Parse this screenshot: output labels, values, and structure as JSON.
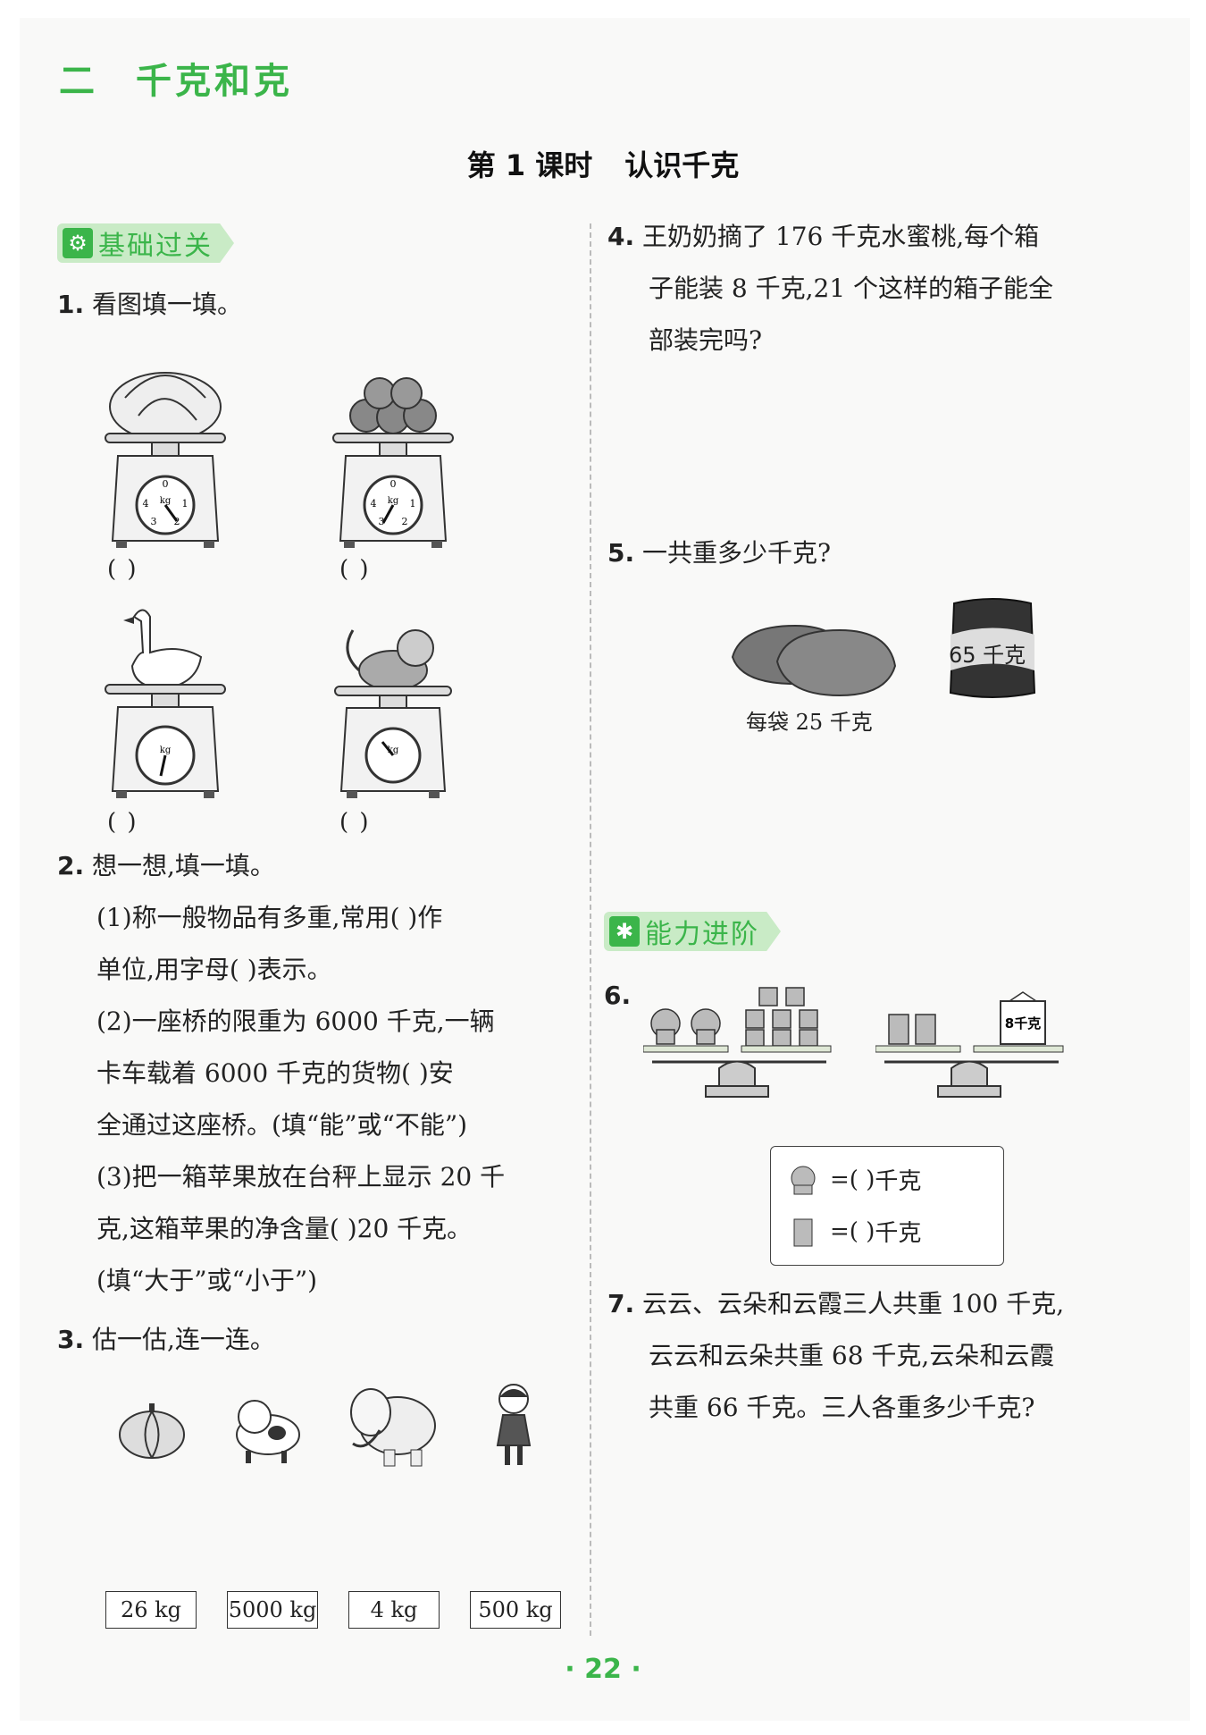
{
  "unit": {
    "number": "二",
    "name": "千克和克"
  },
  "lesson": {
    "number": "第 1 课时",
    "name": "认识千克"
  },
  "sections": {
    "basic": "基础过关",
    "advanced": "能力进阶"
  },
  "q1": {
    "num": "1.",
    "text": "看图填一填。",
    "blank": "(        )"
  },
  "q2": {
    "num": "2.",
    "text": "想一想,填一填。",
    "lines": [
      "(1)称一般物品有多重,常用(        )作",
      "单位,用字母(        )表示。",
      "(2)一座桥的限重为 6000 千克,一辆",
      "卡车载着 6000 千克的货物(        )安",
      "全通过这座桥。(填“能”或“不能”)",
      "(3)把一箱苹果放在台秤上显示 20 千",
      "克,这箱苹果的净含量(        )20 千克。",
      "(填“大于”或“小于”)"
    ]
  },
  "q3": {
    "num": "3.",
    "text": "估一估,连一连。",
    "options": [
      "26 kg",
      "5000 kg",
      "4 kg",
      "500 kg"
    ]
  },
  "q4": {
    "num": "4.",
    "lines": [
      "王奶奶摘了 176 千克水蜜桃,每个箱",
      "子能装 8 千克,21 个这样的箱子能全",
      "部装完吗?"
    ]
  },
  "q5": {
    "num": "5.",
    "text": "一共重多少千克?",
    "bag_label": "每袋 25 千克",
    "sack_label": "65 千克"
  },
  "q6": {
    "num": "6.",
    "weight_label": "8千克",
    "eq_unit": "千克",
    "eq_sign": "=(        )"
  },
  "q7": {
    "num": "7.",
    "lines": [
      "云云、云朵和云霞三人共重 100 千克,",
      "云云和云朵共重 68 千克,云朵和云霞",
      "共重 66 千克。三人各重多少千克?"
    ]
  },
  "dial": {
    "unit": "kg",
    "marks": [
      "0",
      "1",
      "2",
      "3",
      "4"
    ]
  },
  "page_number": "22",
  "colors": {
    "accent": "#3bb54a",
    "tag_bg": "#c9ebc6"
  }
}
